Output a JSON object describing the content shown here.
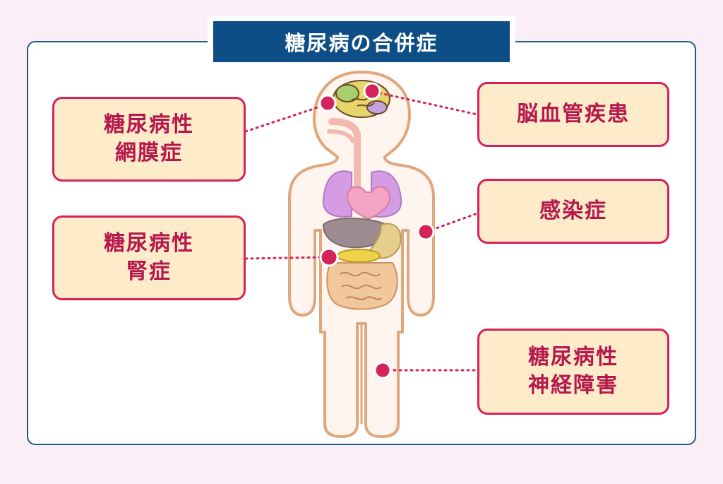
{
  "title": "糖尿病の合併症",
  "labels": {
    "retinopathy": [
      "糖尿病性",
      "網膜症"
    ],
    "nephropathy": [
      "糖尿病性",
      "腎症"
    ],
    "cerebrovascular": [
      "脳血管疾患"
    ],
    "infection": [
      "感染症"
    ],
    "neuropathy": [
      "糖尿病性",
      "神経障害"
    ]
  },
  "colors": {
    "background": "#fbeef6",
    "frame_border": "#1e5a87",
    "title_bg": "#0e4e86",
    "label_fill": "#fdebc9",
    "label_border": "#d4235a",
    "label_text": "#b5174b",
    "marker": "#d4235a",
    "body_outline": "#e0a67c",
    "body_fill": "#fff5ee"
  }
}
